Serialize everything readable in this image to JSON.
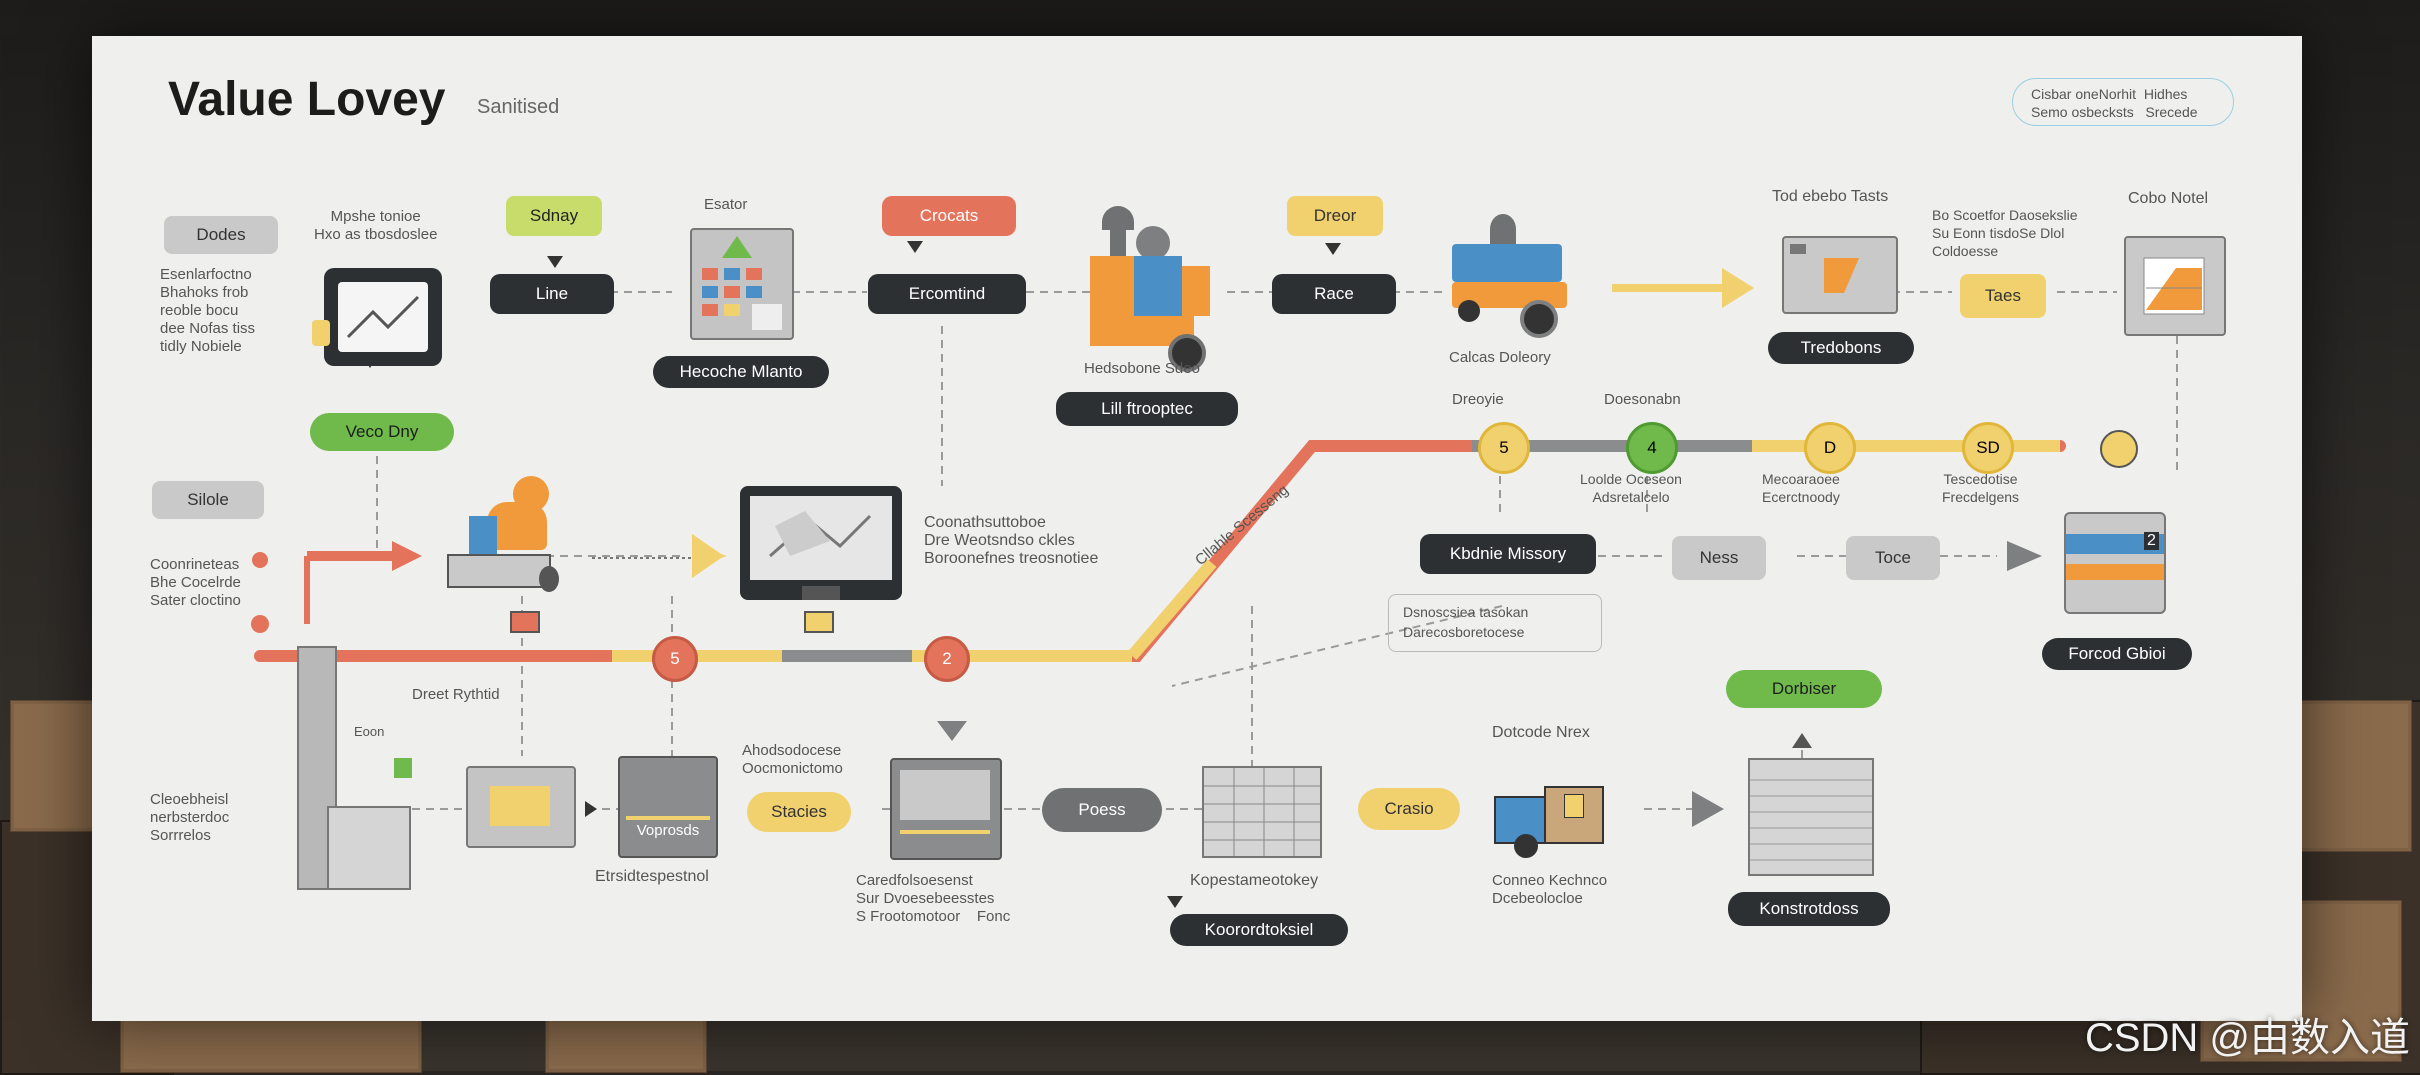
{
  "title": "Value Lovey",
  "subtitle": "Sanitised",
  "topright_note": [
    "Cisbar oneNorhit  Hidhes",
    "Semo osbecksts   Srecede"
  ],
  "left": {
    "label_top": "Dodes",
    "text_top": [
      "Esenlarfoctno",
      "Bhahoks frob",
      "reoble bocu",
      "dee Nofas tiss",
      "tidly Nobiele"
    ],
    "header_note": [
      "Mpshe tonioe",
      "Hxo as tbosdoslee"
    ],
    "green_pill": "Veco Dny",
    "label_mid": "Silole",
    "text_mid": [
      "Coonrineteas",
      "Bhe Cocelrde",
      "Sater cloctino"
    ],
    "text_bottom": [
      "Cleoebheisl",
      "nerbsterdoc",
      "Sorrrelos"
    ],
    "small_box": "Eoon"
  },
  "nodes": {
    "sdnay": "Sdnay",
    "line": "Line",
    "esator": "Esator",
    "hecoche": "Hecoche Mlanto",
    "crocats": "Crocats",
    "ercomtind": "Ercomtind",
    "hedsobone": "Hedsobone Sdeo",
    "lill": "Lill ftrooptec",
    "dreor": "Dreor",
    "race": "Race",
    "calcas": "Calcas Doleory",
    "tod_ebeby": "Tod ebebo Tasts",
    "tredobots": "Tredobons",
    "taes": "Taes",
    "cobo_notel": "Cobo Notel",
    "tod_lines": [
      "Bo Scoetfor Daosekslie",
      "Su Eonn tisdoSe Dlol",
      "Coldoesse"
    ],
    "monitor_text": [
      "Coonathsuttoboe",
      "Dre Weotsndso ckles",
      "Boroonefnes treosnotiee"
    ],
    "diag_label": "Cllahle Scesseng",
    "dreoyie": "Dreoyie",
    "doesonabn": "Doesonabn",
    "circle_labels": [
      "5",
      "4",
      "D",
      "SD"
    ],
    "under_circles": [
      "Loolde Oceseon",
      "Adsretalcelo",
      "Mecoaraoee",
      "Ecerctnoody",
      "Tescedotise",
      "Frecdelgens"
    ],
    "kbdnie": "Kbdnie Missory",
    "ness": "Ness",
    "toce": "Toce",
    "legend": [
      "Dsnoscsiea tasokan",
      "Darecosboretocese"
    ],
    "forcod": "Forcod Gbioi",
    "dreet": "Dreet Rythtid",
    "track_circles": [
      "5",
      "2"
    ],
    "apodscnaset": [
      "Ahodsodocese",
      "Oocmonictomo"
    ],
    "voprosds": "Voprosds",
    "stacies": "Stacies",
    "etrsi": "Etrsidtespestnol",
    "cartoon": [
      "Caredfolsoesenst",
      "Sur Dvoesebeesstes",
      "S Frootomotoor    Fonc"
    ],
    "poess": "Poess",
    "kopos": "Kopestameotokey",
    "kooos": "Koorordtoksiel",
    "crasio": "Crasio",
    "dotcode": "Dotcode Nrex",
    "conneo": [
      "Conneo Kechnco",
      "Dcebeolocloe"
    ],
    "dorbiser": "Dorbiser",
    "konstrotdo": "Konstrotdoss",
    "screen_digit": "2"
  },
  "watermark": "CSDN @由数入道",
  "colors": {
    "red": "#e4735c",
    "yellow": "#f1d06e",
    "grey": "#8a8c8d",
    "green": "#6fba4a",
    "dark": "#2d3033"
  }
}
